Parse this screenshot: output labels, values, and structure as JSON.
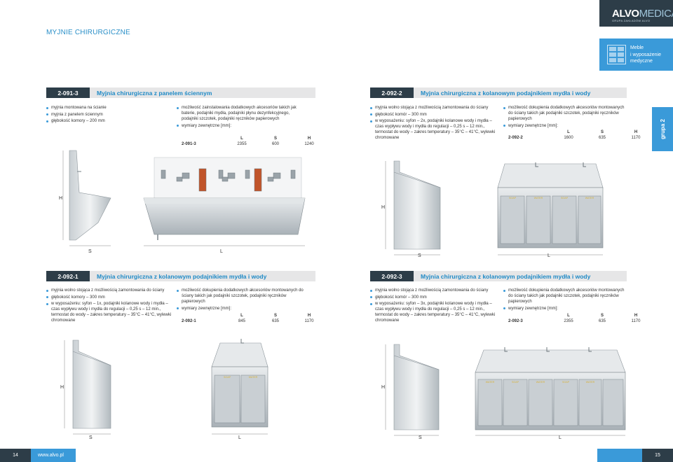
{
  "header": {
    "section_title": "MYJNIE CHIRURGICZNE",
    "brand": {
      "logo_bold": "ALVO",
      "logo_light": "MEDICAL",
      "mark": "®",
      "sub": "GRUPA ZAKŁADÓW ALVO"
    },
    "category": {
      "line1": "Meble",
      "line2": "i wyposażenie",
      "line3": "medyczne"
    },
    "group_tab": "grupa 2"
  },
  "products": [
    {
      "code": "2-091-3",
      "name": "Myjnia chirurgiczna z panelem ściennym",
      "features": [
        "myjnia montowana na ścianie",
        "myjnia z panelem ściennym",
        "głębokość komory – 200 mm"
      ],
      "options": [
        "możliwość zainstalowania dodatkowych akcesoriów takich jak baterie, podajniki mydła, podajniki płynu dezynfekcyjnego, podajniki szczotek, podajniki ręczników papierowych",
        "wymiary zewnętrzne [mm]:"
      ],
      "dims": {
        "h_l": "L",
        "h_s": "S",
        "h_h": "H",
        "code": "2-091-3",
        "l": "2355",
        "s": "600",
        "h": "1240"
      },
      "labels": {
        "h": "H",
        "s": "S",
        "l": "L"
      }
    },
    {
      "code": "2-092-2",
      "name": "Myjnia chirurgiczna z kolanowym podajnikiem mydła i wody",
      "features": [
        "myjnia wolno stojąca z możliwością zamontowania do ściany",
        "głębokość komór – 300 mm",
        "w wyposażeniu: syfon – 2x, podajniki kolanowe wody i mydła – czas wypływu wody i mydła do regulacji – 0,25 s – 12 min., termostat do wody – zakres temperatury – 35°C – 41°C, wylewki chromowane"
      ],
      "options": [
        "możliwość dokupienia dodatkowych akcesoriów montowanych do ściany takich jak podajniki szczotek, podajniki ręczników papierowych",
        "wymiary zewnętrzne [mm]:"
      ],
      "dims": {
        "h_l": "L",
        "h_s": "S",
        "h_h": "H",
        "code": "2-092-2",
        "l": "1600",
        "s": "635",
        "h": "1170"
      },
      "labels": {
        "h": "H",
        "s": "S",
        "l": "L"
      }
    },
    {
      "code": "2-092-1",
      "name": "Myjnia chirurgiczna z kolanowym podajnikiem mydła i wody",
      "features": [
        "myjnia wolno stojąca z możliwością zamontowania do ściany",
        "głębokość komory – 300 mm",
        "w wyposażeniu: syfon – 1x, podajniki kolanowe wody i mydła – czas wypływu wody i mydła do regulacji – 0,25 s – 12 min., termostat do wody – zakres temperatury – 35°C – 41°C, wylewki chromowane"
      ],
      "options": [
        "możliwość dokupienia dodatkowych akcesoriów montowanych do ściany takich jak podajniki szczotek, podajniki ręczników papierowych",
        "wymiary zewnętrzne [mm]:"
      ],
      "dims": {
        "h_l": "L",
        "h_s": "S",
        "h_h": "H",
        "code": "2-092-1",
        "l": "845",
        "s": "635",
        "h": "1170"
      },
      "labels": {
        "h": "H",
        "s": "S",
        "l": "L"
      }
    },
    {
      "code": "2-092-3",
      "name": "Myjnia chirurgiczna z kolanowym podajnikiem mydła i wody",
      "features": [
        "myjnia wolno stojąca z możliwością zamontowania do ściany",
        "głębokość komór – 300 mm",
        "w wyposażeniu: syfon – 3x, podajniki kolanowe wody i mydła – czas wypływu wody i mydła do regulacji – 0,25 s – 12 min., termostat do wody – zakres temperatury – 35°C – 41°C, wylewki chromowane"
      ],
      "options": [
        "możliwość dokupienia dodatkowych akcesoriów montowanych do ściany takich jak podajniki szczotek, podajniki ręczników papierowych",
        "wymiary zewnętrzne [mm]:"
      ],
      "dims": {
        "h_l": "L",
        "h_s": "S",
        "h_h": "H",
        "code": "2-092-3",
        "l": "2355",
        "s": "635",
        "h": "1170"
      },
      "labels": {
        "h": "H",
        "s": "S",
        "l": "L"
      }
    }
  ],
  "panel_labels": {
    "soap": "SOAP",
    "water": "WATER"
  },
  "footer": {
    "page_left": "14",
    "url": "www.alvo.pl",
    "page_right": "15"
  }
}
